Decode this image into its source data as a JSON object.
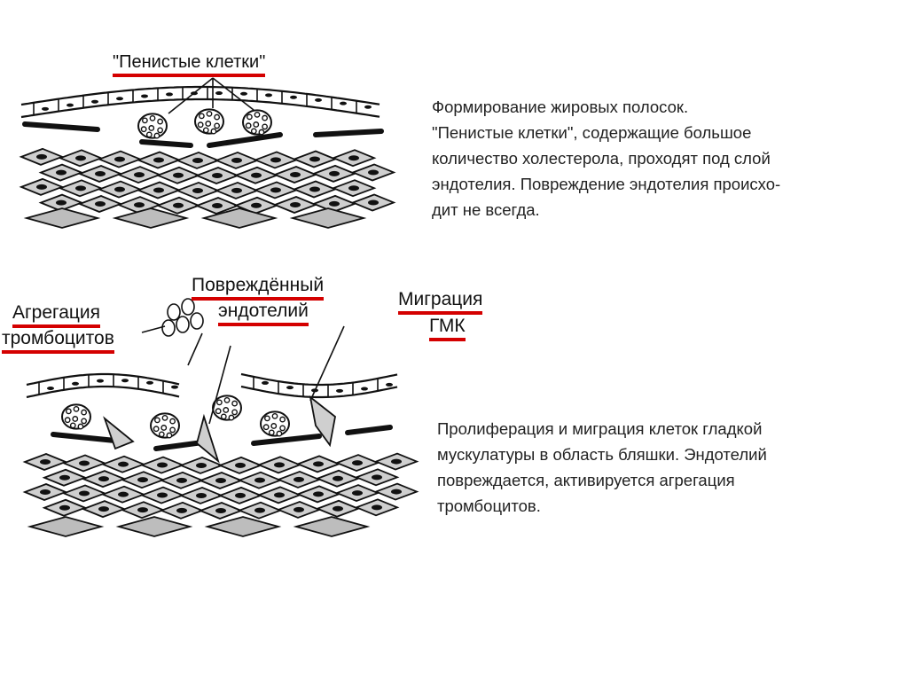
{
  "panel1": {
    "label_foam_cells": "\"Пенистые клетки\"",
    "description": [
      "Формирование жировых полосок.",
      "\"Пенистые клетки\", содержащие большое",
      "количество холестерола, проходят под слой",
      "эндотелия. Повреждение эндотелия происхо-",
      "дит не всегда."
    ]
  },
  "panel2": {
    "label_platelet_1": "Агрегация",
    "label_platelet_2": "тромбоцитов",
    "label_damaged_1": "Повреждённый",
    "label_damaged_2": "эндотелий",
    "label_migration_1": "Миграция",
    "label_migration_2": "ГМК",
    "description": [
      "Пролиферация и миграция клеток гладкой",
      "мускулатуры в область бляшки. Эндотелий",
      "повреждается, активируется агрегация",
      "тромбоцитов."
    ]
  },
  "colors": {
    "underline": "#d40000",
    "ink": "#111111",
    "cell_fill": "#cfcfcf"
  }
}
